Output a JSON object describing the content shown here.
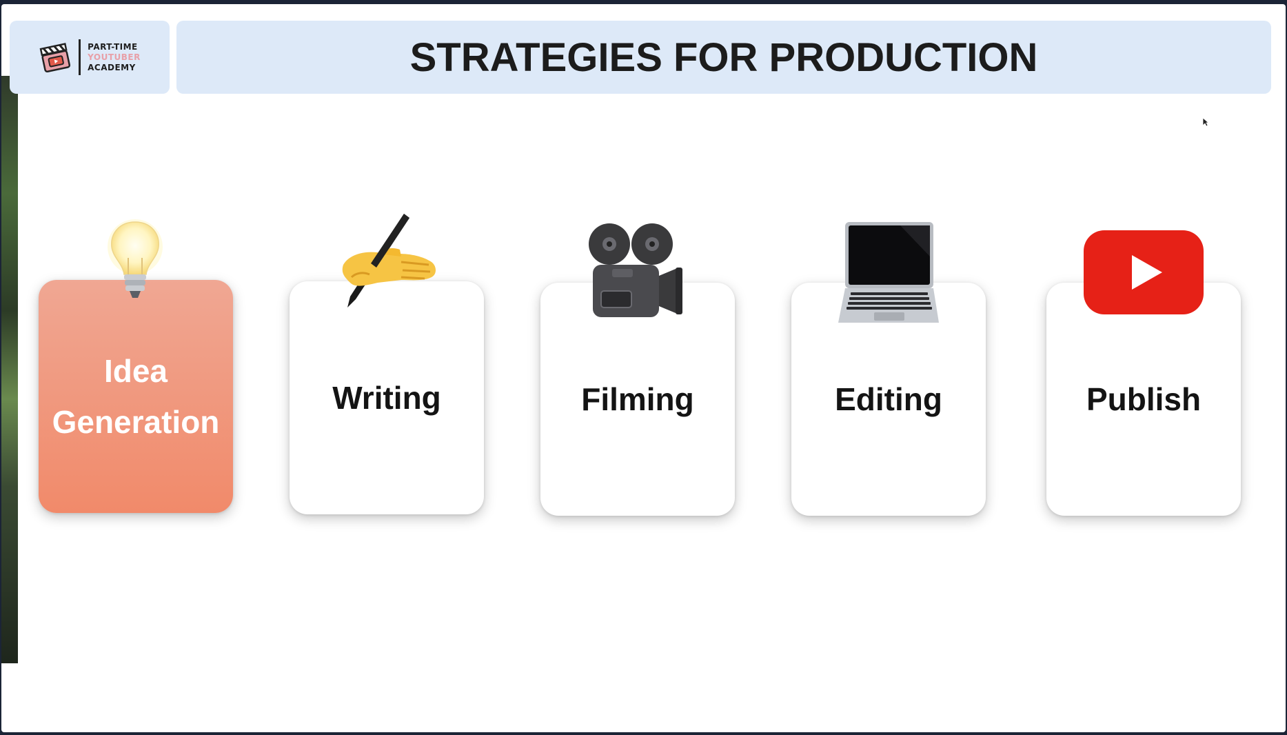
{
  "logo": {
    "line1": "PART-TIME",
    "line2": "YOUTUBER",
    "line3": "ACADEMY"
  },
  "title": "STRATEGIES FOR PRODUCTION",
  "steps": [
    {
      "label": "Idea Generation",
      "icon": "lightbulb-icon",
      "active": true
    },
    {
      "label": "Writing",
      "icon": "writing-hand-icon",
      "active": false
    },
    {
      "label": "Filming",
      "icon": "movie-camera-icon",
      "active": false
    },
    {
      "label": "Editing",
      "icon": "laptop-icon",
      "active": false
    },
    {
      "label": "Publish",
      "icon": "youtube-play-icon",
      "active": false
    }
  ],
  "colors": {
    "active_card": "#f18a6a",
    "header_bg": "#dde9f8",
    "youtube_red": "#e62117"
  }
}
